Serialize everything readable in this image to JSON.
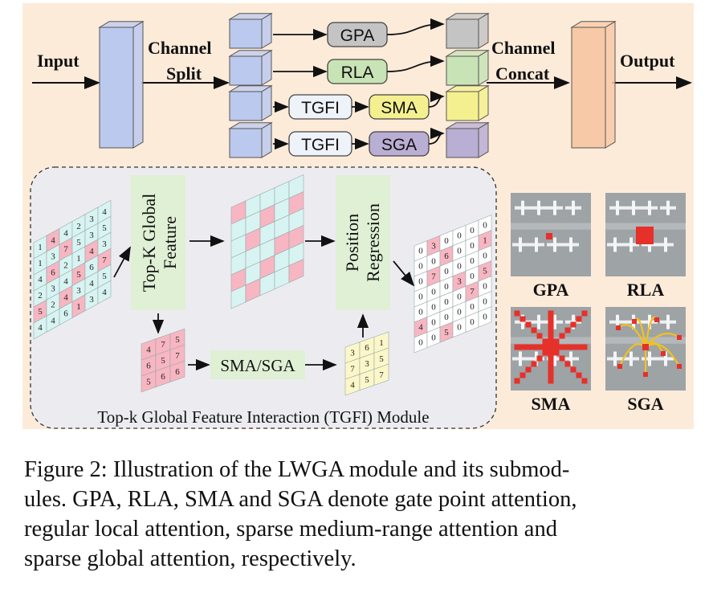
{
  "labels": {
    "input": "Input",
    "channel_split": [
      "Channel",
      "Split"
    ],
    "channel_concat": [
      "Channel",
      "Concat"
    ],
    "output": "Output",
    "gpa": "GPA",
    "rla": "RLA",
    "tgfi": "TGFI",
    "sma": "SMA",
    "sga": "SGA",
    "topk_global_feature": [
      "Top-K Global",
      "Feature"
    ],
    "position_regression": [
      "Position",
      "Regression"
    ],
    "sma_sga": "SMA/SGA",
    "module_title": "Top-k Global Feature Interaction (TGFI) Module"
  },
  "grids": {
    "input_matrix": [
      [
        "1",
        "4",
        "4",
        "2",
        "3",
        "4"
      ],
      [
        "1",
        "3",
        "7",
        "5",
        "3",
        "5"
      ],
      [
        "4",
        "6",
        "2",
        "1",
        "4",
        "3"
      ],
      [
        "2",
        "3",
        "4",
        "5",
        "6",
        "7"
      ],
      [
        "5",
        "2",
        "4",
        "3",
        "4",
        "5"
      ],
      [
        "4",
        "4",
        "6",
        "1",
        "3",
        "4"
      ]
    ],
    "topk_values": [
      [
        "4",
        "7",
        "5"
      ],
      [
        "6",
        "5",
        "7"
      ],
      [
        "5",
        "6",
        "6"
      ]
    ],
    "result_values": [
      [
        "3",
        "6",
        "1"
      ],
      [
        "7",
        "3",
        "5"
      ],
      [
        "4",
        "5",
        "7"
      ]
    ],
    "output_matrix": [
      [
        "0",
        "3",
        "0",
        "0",
        "0",
        "0"
      ],
      [
        "0",
        "0",
        "6",
        "0",
        "0",
        "1"
      ],
      [
        "0",
        "7",
        "0",
        "0",
        "0",
        "0"
      ],
      [
        "0",
        "0",
        "0",
        "3",
        "0",
        "5"
      ],
      [
        "0",
        "0",
        "0",
        "0",
        "7",
        "0"
      ],
      [
        "4",
        "0",
        "0",
        "0",
        "0",
        "0"
      ],
      [
        "0",
        "0",
        "5",
        "0",
        "0",
        "0"
      ]
    ]
  },
  "thumbnails": [
    "GPA",
    "RLA",
    "SMA",
    "SGA"
  ],
  "caption": {
    "lines": [
      "Figure 2: Illustration of the LWGA module and its submod-",
      "ules. GPA, RLA, SMA and SGA denote gate point attention,",
      "regular local attention, sparse medium-range attention and",
      "sparse global attention, respectively."
    ]
  },
  "colors": {
    "background_panel": "#fdebd9",
    "module_panel": "#ececf0",
    "input_block": "#bcc9ee",
    "output_block": "#f8c9a6",
    "gpa_fill": "#c4c4c4",
    "rla_fill": "#c8e3b5",
    "tgfi_fill": "#eef2f9",
    "sma_fill": "#f4f08f",
    "sga_fill": "#b9aed3",
    "matrix_base": "#d8f4f2",
    "matrix_highlight": "#f7b6c2",
    "green_band": "#dff0d5",
    "attention_red": "#e6302a"
  }
}
